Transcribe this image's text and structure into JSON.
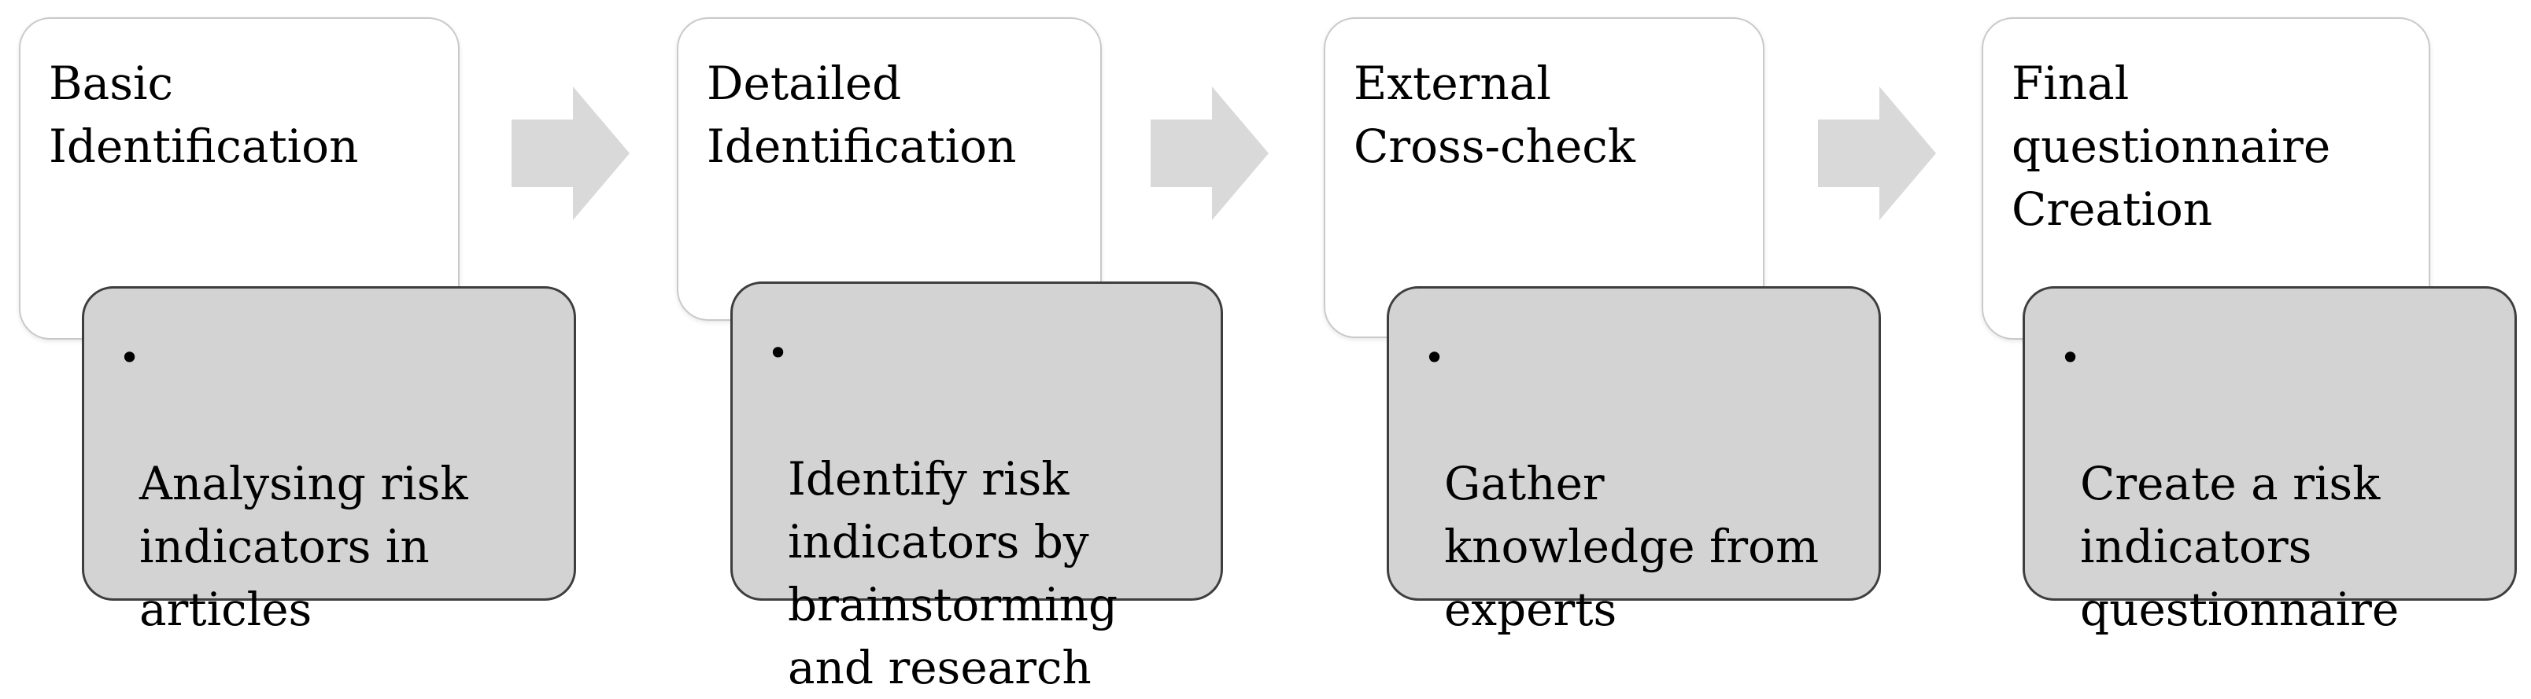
{
  "diagram": {
    "arrow_color": "#d9d9d9",
    "steps": [
      {
        "title": "Basic\nIdentification",
        "detail": "Analysing risk\nindicators in\narticles"
      },
      {
        "title": "Detailed\nIdentification",
        "detail": "Identify risk\nindicators by\nbrainstorming\nand research"
      },
      {
        "title": "External\nCross-check",
        "detail": "Gather\nknowledge from\nexperts"
      },
      {
        "title": "Final\nquestionnaire\nCreation",
        "detail": "Create a risk\nindicators\nquestionnaire"
      }
    ]
  }
}
